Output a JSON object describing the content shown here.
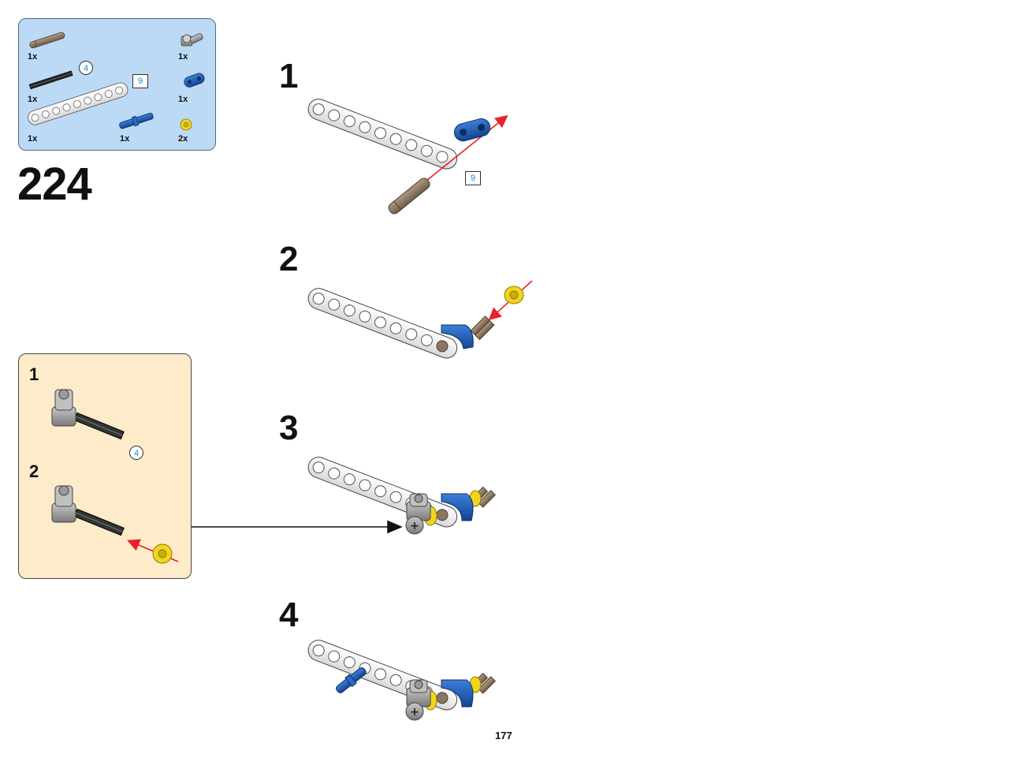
{
  "parts_list": {
    "items": [
      {
        "name": "tan-axle-pin",
        "qty": "1x"
      },
      {
        "name": "gray-axle-connector",
        "qty": "1x"
      },
      {
        "name": "black-axle",
        "qty": "1x",
        "size": "4"
      },
      {
        "name": "blue-liftarm-2",
        "qty": "1x"
      },
      {
        "name": "white-beam",
        "qty": "1x",
        "size": "9"
      },
      {
        "name": "blue-axle-pin",
        "qty": "1x"
      },
      {
        "name": "yellow-bush",
        "qty": "2x"
      }
    ]
  },
  "main_step": "224",
  "steps": [
    {
      "number": "1",
      "callout": "9"
    },
    {
      "number": "2"
    },
    {
      "number": "3"
    },
    {
      "number": "4"
    }
  ],
  "subassembly": {
    "steps": [
      {
        "number": "1",
        "callout": "4"
      },
      {
        "number": "2"
      }
    ]
  },
  "page_number": "177",
  "colors": {
    "parts_bg": "#bcd9f5",
    "sub_bg": "#fdebc9",
    "arrow_red": "#e8222b",
    "lego_blue": "#1d5fb8",
    "lego_yellow": "#f2d41b",
    "lego_tan": "#8a7661",
    "lego_gray": "#9a9a9a"
  }
}
